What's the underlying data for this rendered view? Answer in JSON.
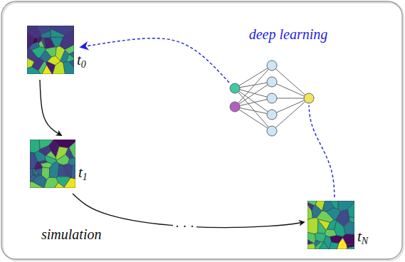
{
  "diagram": {
    "nodes": [
      {
        "text": [
          "t0"
        ]
      },
      {
        "text": [
          "t1"
        ]
      },
      {
        "text": [
          "tN"
        ]
      },
      {
        "text": [
          "deep learning"
        ]
      }
    ],
    "edges": [
      {
        "from": 0,
        "to": 1,
        "arrow": "to"
      },
      {
        "from": 1,
        "to": 2,
        "label": "· · ·",
        "arrow": "to"
      },
      {
        "from": 2,
        "to": 3,
        "arrow": "none"
      },
      {
        "from": 3,
        "to": 0,
        "arrow": "to"
      }
    ],
    "labels": [
      "simulation"
    ]
  }
}
